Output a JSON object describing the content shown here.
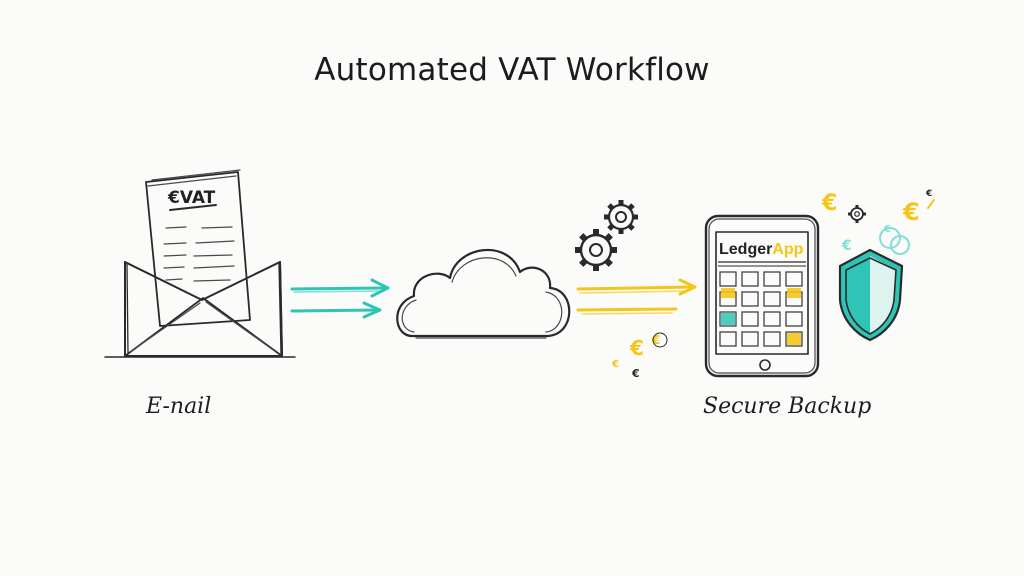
{
  "title": "Automated VAT Workflow",
  "nodes": {
    "email": {
      "label": "E-nail",
      "doc_heading": "€VAT"
    },
    "cloud": {},
    "ledger": {
      "app_name_part1": "Ledger",
      "app_name_part2": "App",
      "label": "Secure Backup"
    }
  },
  "icons": [
    "envelope-icon",
    "invoice-document-icon",
    "cloud-icon",
    "gears-icon",
    "tablet-icon",
    "shield-icon",
    "euro-coin-icon"
  ],
  "colors": {
    "teal": "#2ec4b6",
    "yellow": "#f5c518",
    "ink": "#2a2a2a"
  }
}
